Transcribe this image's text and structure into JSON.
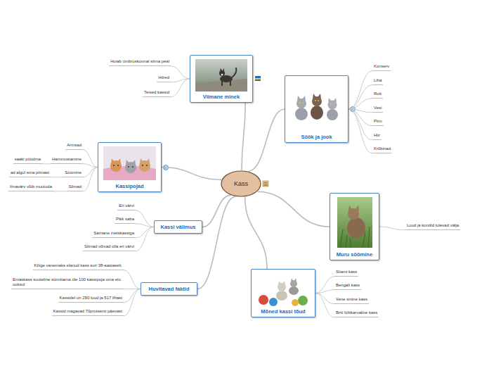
{
  "diagram": {
    "nodes": [
      {
        "text": [
          "Kass"
        ]
      },
      {
        "text": [
          "Viimane minek"
        ]
      },
      {
        "text": [
          "Hoiab ümbruskonnal silma peal"
        ]
      },
      {
        "text": [
          "Hiired"
        ]
      },
      {
        "text": [
          "Teised kassid"
        ]
      },
      {
        "text": [
          "Söök ja jook"
        ]
      },
      {
        "text": [
          "Konserv"
        ]
      },
      {
        "text": [
          "Liha"
        ]
      },
      {
        "text": [
          "Rott"
        ]
      },
      {
        "text": [
          "Vesi"
        ]
      },
      {
        "text": [
          "Piim"
        ]
      },
      {
        "text": [
          "Hiir"
        ]
      },
      {
        "text": [
          "Krõbinad"
        ]
      },
      {
        "text": [
          "Kassipojad"
        ]
      },
      {
        "text": [
          "Armsad"
        ]
      },
      {
        "text": [
          "Hammustamine"
        ]
      },
      {
        "text": [
          "saaki püüdma"
        ]
      },
      {
        "text": [
          "Söömine"
        ]
      },
      {
        "text": [
          "ad algul ema piimast"
        ]
      },
      {
        "text": [
          "Silmad"
        ]
      },
      {
        "text": [
          "ilmavärv võib muutuda"
        ]
      },
      {
        "text": [
          "Muru söömine"
        ]
      },
      {
        "text": [
          "Luud ja kondid tulevad välja"
        ]
      },
      {
        "text": [
          "Kassi välimus"
        ]
      },
      {
        "text": [
          "Eri värvi"
        ]
      },
      {
        "text": [
          "Pikk saba"
        ]
      },
      {
        "text": [
          "Sarnane metskassiga"
        ]
      },
      {
        "text": [
          "Silmad võivad olla eri värvi"
        ]
      },
      {
        "text": [
          "Huvitavad faktid"
        ]
      },
      {
        "text": [
          "Kõige vanemaks elanud kass suri 38-aastaselt."
        ]
      },
      {
        "text": [
          "Emaskass suuteline sünnitama üle 100 kassipoja oma elu ooksul"
        ]
      },
      {
        "text": [
          "Kassidel on 290 luud ja 517 lihast"
        ]
      },
      {
        "text": [
          "Kassid magavad 70protsenti päevast"
        ]
      },
      {
        "text": [
          "Mõned kassi tõud"
        ]
      },
      {
        "text": [
          "Siiami kass"
        ]
      },
      {
        "text": [
          "Bengali kass"
        ]
      },
      {
        "text": [
          "Vene sinine kass"
        ]
      },
      {
        "text": [
          "Briti lühikarvaline kass"
        ]
      }
    ],
    "edges": [
      {
        "from": 0,
        "to": 1,
        "arrow": "none"
      },
      {
        "from": 1,
        "to": 2,
        "arrow": "none"
      },
      {
        "from": 1,
        "to": 3,
        "arrow": "none"
      },
      {
        "from": 1,
        "to": 4,
        "arrow": "none"
      },
      {
        "from": 0,
        "to": 5,
        "arrow": "none"
      },
      {
        "from": 5,
        "to": 6,
        "arrow": "none"
      },
      {
        "from": 5,
        "to": 7,
        "arrow": "none"
      },
      {
        "from": 5,
        "to": 8,
        "arrow": "none"
      },
      {
        "from": 5,
        "to": 9,
        "arrow": "none"
      },
      {
        "from": 5,
        "to": 10,
        "arrow": "none"
      },
      {
        "from": 5,
        "to": 11,
        "arrow": "none"
      },
      {
        "from": 5,
        "to": 12,
        "arrow": "none"
      },
      {
        "from": 0,
        "to": 13,
        "arrow": "none"
      },
      {
        "from": 13,
        "to": 14,
        "arrow": "none"
      },
      {
        "from": 13,
        "to": 15,
        "arrow": "none"
      },
      {
        "from": 15,
        "to": 16,
        "arrow": "none"
      },
      {
        "from": 13,
        "to": 17,
        "arrow": "none"
      },
      {
        "from": 17,
        "to": 18,
        "arrow": "none"
      },
      {
        "from": 13,
        "to": 19,
        "arrow": "none"
      },
      {
        "from": 19,
        "to": 20,
        "arrow": "none"
      },
      {
        "from": 0,
        "to": 21,
        "arrow": "none"
      },
      {
        "from": 21,
        "to": 22,
        "arrow": "none"
      },
      {
        "from": 0,
        "to": 23,
        "arrow": "none"
      },
      {
        "from": 23,
        "to": 24,
        "arrow": "none"
      },
      {
        "from": 23,
        "to": 25,
        "arrow": "none"
      },
      {
        "from": 23,
        "to": 26,
        "arrow": "none"
      },
      {
        "from": 23,
        "to": 27,
        "arrow": "none"
      },
      {
        "from": 0,
        "to": 28,
        "arrow": "none"
      },
      {
        "from": 28,
        "to": 29,
        "arrow": "none"
      },
      {
        "from": 28,
        "to": 30,
        "arrow": "none"
      },
      {
        "from": 28,
        "to": 31,
        "arrow": "none"
      },
      {
        "from": 28,
        "to": 32,
        "arrow": "none"
      },
      {
        "from": 0,
        "to": 33,
        "arrow": "none"
      },
      {
        "from": 33,
        "to": 34,
        "arrow": "none"
      },
      {
        "from": 33,
        "to": 35,
        "arrow": "none"
      },
      {
        "from": 33,
        "to": 36,
        "arrow": "none"
      },
      {
        "from": 33,
        "to": 37,
        "arrow": "none"
      }
    ]
  }
}
